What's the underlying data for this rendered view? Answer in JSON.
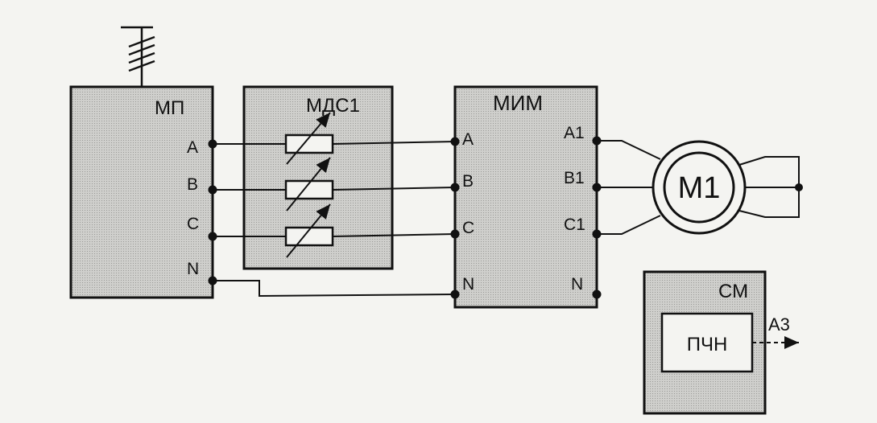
{
  "diagram": {
    "blocks": {
      "mp": {
        "title": "МП",
        "pins": [
          "A",
          "B",
          "C",
          "N"
        ]
      },
      "mds": {
        "title": "МДС1"
      },
      "mim": {
        "title": "МИМ",
        "pins_in": [
          "A",
          "B",
          "C",
          "N"
        ],
        "pins_out": [
          "A1",
          "B1",
          "C1",
          "N"
        ]
      },
      "cm": {
        "title": "СМ",
        "inner": "ПЧН",
        "output": "А3"
      }
    },
    "motor": {
      "label": "М1"
    }
  },
  "colors": {
    "block_fill": "#c9c9c6",
    "line": "#111111",
    "background": "#f4f4f1"
  }
}
